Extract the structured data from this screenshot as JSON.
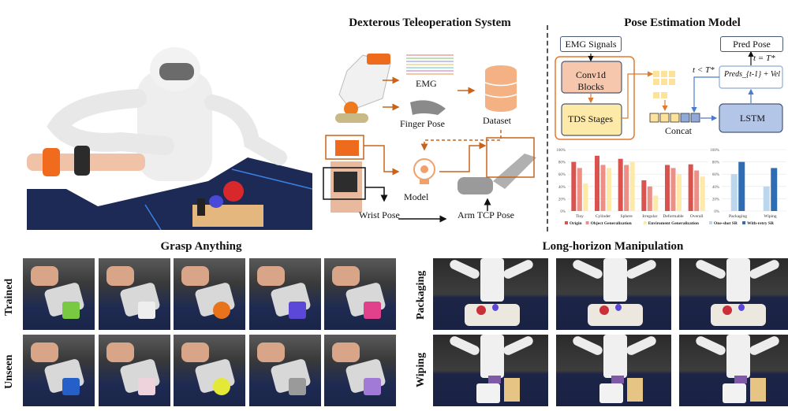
{
  "hero": {
    "description": "Humanoid robot with teleoperation wristband, table with apple, duck and block"
  },
  "teleop": {
    "title": "Dexterous Teleoperation System",
    "emg_label": "EMG",
    "finger_pose_label": "Finger Pose",
    "dataset_label": "Dataset",
    "model_label": "Model",
    "wrist_pose_label": "Wrist Pose",
    "arm_tcp_label": "Arm TCP Pose"
  },
  "pose_model": {
    "title": "Pose Estimation Model",
    "emg_signals": "EMG Signals",
    "conv_blocks": "Conv1d Blocks",
    "tds_stages": "TDS Stages",
    "concat": "Concat",
    "lstm": "LSTM",
    "pred_pose": "Pred Pose",
    "preds_formula": "Preds_{t-1} + Vel",
    "cond_loop": "t < T*",
    "cond_end": "t = T*"
  },
  "colors": {
    "origin": "#d9534f",
    "object_gen": "#ee8f85",
    "env_gen": "#fde9a8",
    "oneshot": "#bcd6ee",
    "retry": "#2e6db4",
    "accent": "#e07a2e"
  },
  "chart_data": [
    {
      "type": "bar",
      "title": "",
      "categories": [
        "Tiny",
        "Cylinder",
        "Sphere",
        "Irregular",
        "Deformable",
        "Overall"
      ],
      "series": [
        {
          "name": "Origin",
          "values": [
            80,
            90,
            85,
            50,
            75,
            76
          ]
        },
        {
          "name": "Object Generalization",
          "values": [
            70,
            75,
            75,
            40,
            70,
            66
          ]
        },
        {
          "name": "Enviroment Generalization",
          "values": [
            45,
            70,
            80,
            25,
            60,
            56
          ]
        }
      ],
      "yticks": [
        "0%",
        "20%",
        "40%",
        "60%",
        "80%",
        "100%"
      ],
      "ylim": [
        0,
        100
      ],
      "grid": true,
      "legend": "bottom"
    },
    {
      "type": "bar",
      "title": "",
      "categories": [
        "Packaging",
        "Wiping"
      ],
      "series": [
        {
          "name": "One-shot SR",
          "values": [
            60,
            40
          ]
        },
        {
          "name": "With-retry SR",
          "values": [
            80,
            70
          ]
        }
      ],
      "yticks": [
        "0%",
        "20%",
        "40%",
        "60%",
        "80%",
        "100%"
      ],
      "ylim": [
        0,
        100
      ],
      "grid": true,
      "legend": "bottom"
    }
  ],
  "grasp": {
    "title": "Grasp Anything",
    "rows": [
      {
        "label": "Trained",
        "objects": [
          "green cube",
          "card holder",
          "orange",
          "purple duck",
          "pink towel"
        ]
      },
      {
        "label": "Unseen",
        "objects": [
          "blue block",
          "pink box",
          "tennis ball",
          "gripper tool",
          "purple cloth"
        ]
      }
    ]
  },
  "longhorizon": {
    "title": "Long-horizon Manipulation",
    "rows": [
      {
        "label": "Packaging",
        "frames": [
          "step 1",
          "step 2",
          "step 3"
        ]
      },
      {
        "label": "Wiping",
        "frames": [
          "step 1",
          "step 2",
          "step 3"
        ]
      }
    ]
  }
}
